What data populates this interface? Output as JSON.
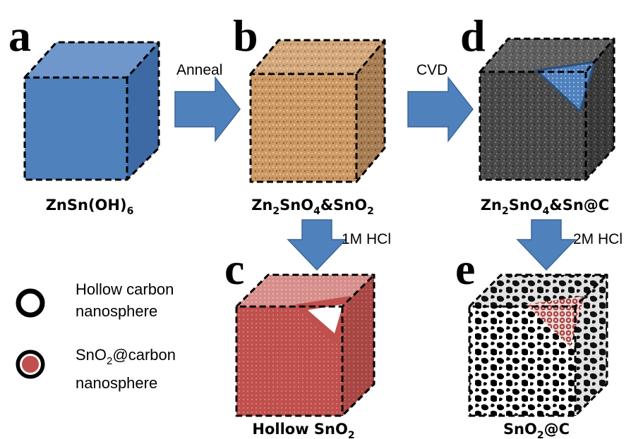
{
  "panels": {
    "a": {
      "letter": "a",
      "caption": "ZnSn(OH)6",
      "caption_main": "ZnSn(OH)",
      "caption_sub": "6"
    },
    "b": {
      "letter": "b",
      "caption": "Zn2SnO4&SnO2",
      "t1": "Zn",
      "s1": "2",
      "t2": "SnO",
      "s2": "4",
      "t3": "&SnO",
      "s3": "2"
    },
    "c": {
      "letter": "c",
      "caption": "Hollow SnO2",
      "t1": "Hollow SnO",
      "s1": "2"
    },
    "d": {
      "letter": "d",
      "caption": "Zn2SnO4&Sn@C",
      "t1": "Zn",
      "s1": "2",
      "t2": "SnO",
      "s2": "4",
      "t3": "&Sn@C"
    },
    "e": {
      "letter": "e",
      "caption": "SnO2@C",
      "t1": "SnO",
      "s1": "2",
      "t2": "@C"
    }
  },
  "steps": {
    "anneal": "Anneal",
    "cvd": "CVD",
    "hcl_1m": "1M HCl",
    "hcl_2m": "2M HCl"
  },
  "legend": {
    "hollow_line1": "Hollow carbon",
    "hollow_line2": "nanosphere",
    "sno2_t1": "SnO",
    "sno2_s1": "2",
    "sno2_t2": "@carbon",
    "sno2_line2": "nanosphere"
  },
  "colors": {
    "cube_a": "#4f81bd",
    "cube_b": "#c8935f",
    "cube_c": "#c0504d",
    "cube_d": "#555555",
    "arrow": "#4f81bd",
    "core_blue": "#4f81bd",
    "core_red": "#c0504d"
  }
}
